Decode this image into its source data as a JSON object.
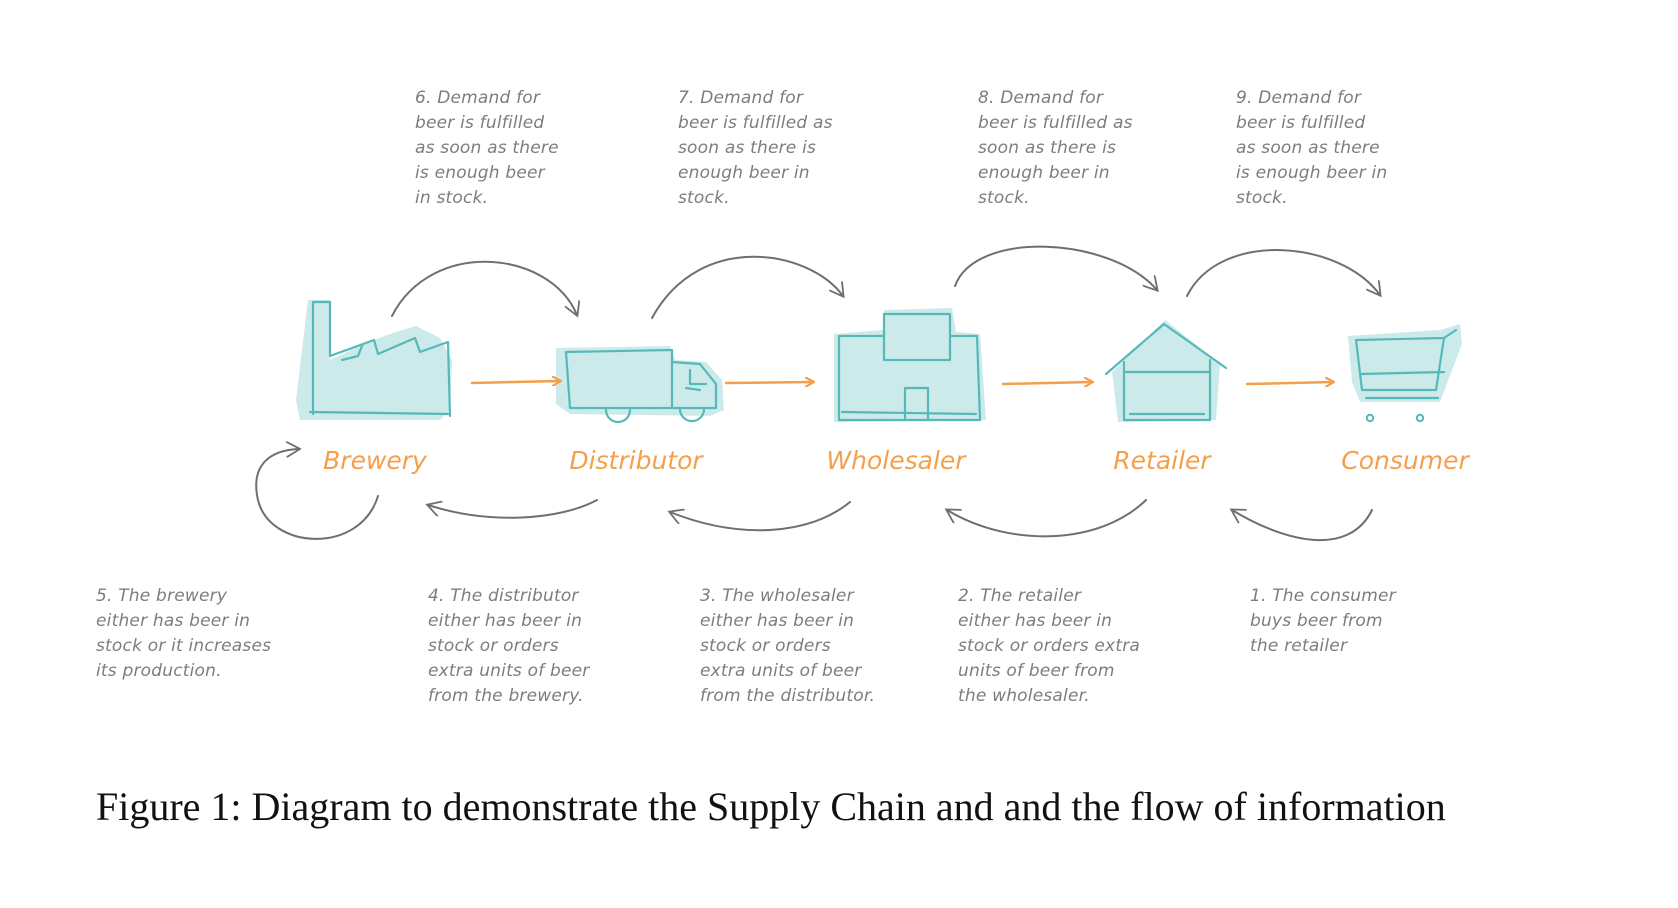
{
  "nodes": [
    {
      "id": "brewery",
      "label": "Brewery"
    },
    {
      "id": "distributor",
      "label": "Distributor"
    },
    {
      "id": "wholesaler",
      "label": "Wholesaler"
    },
    {
      "id": "retailer",
      "label": "Retailer"
    },
    {
      "id": "consumer",
      "label": "Consumer"
    }
  ],
  "top_notes": [
    {
      "lines": [
        "6. Demand for",
        "beer is fulfilled",
        "as soon as there",
        "is enough beer",
        "in stock."
      ]
    },
    {
      "lines": [
        "7. Demand for",
        "beer is fulfilled as",
        "soon as there is",
        "enough beer in",
        "stock."
      ]
    },
    {
      "lines": [
        "8. Demand for",
        "beer is fulfilled as",
        "soon as there is",
        "enough beer in",
        "stock."
      ]
    },
    {
      "lines": [
        "9. Demand for",
        "beer is fulfilled",
        "as soon as there",
        "is enough beer in",
        "stock."
      ]
    }
  ],
  "bottom_notes": [
    {
      "lines": [
        "5. The brewery",
        "either has beer in",
        "stock or it increases",
        "its production."
      ]
    },
    {
      "lines": [
        "4. The  distributor",
        "either has beer in",
        "stock or orders",
        "extra units of beer",
        "from the brewery."
      ]
    },
    {
      "lines": [
        "3. The wholesaler",
        "either has beer in",
        "stock or orders",
        "extra units of beer",
        "from the distributor."
      ]
    },
    {
      "lines": [
        "2. The retailer",
        "either has beer in",
        "stock or orders extra",
        "units of beer from",
        "the wholesaler."
      ]
    },
    {
      "lines": [
        "1. The consumer",
        "buys beer from",
        "the retailer"
      ]
    }
  ],
  "caption": "Figure 1:  Diagram to demonstrate the Supply Chain and and the flow of information",
  "colors": {
    "node_label": "#f4a04a",
    "flow_arrow": "#f4a04a",
    "icon_fill": "#cdeaea",
    "icon_stroke": "#56b9b9",
    "info_arrow": "#6f6f6f",
    "note_text": "#7d7d7d"
  },
  "icons": [
    "factory-icon",
    "truck-icon",
    "warehouse-icon",
    "house-icon",
    "shopping-cart-icon"
  ]
}
